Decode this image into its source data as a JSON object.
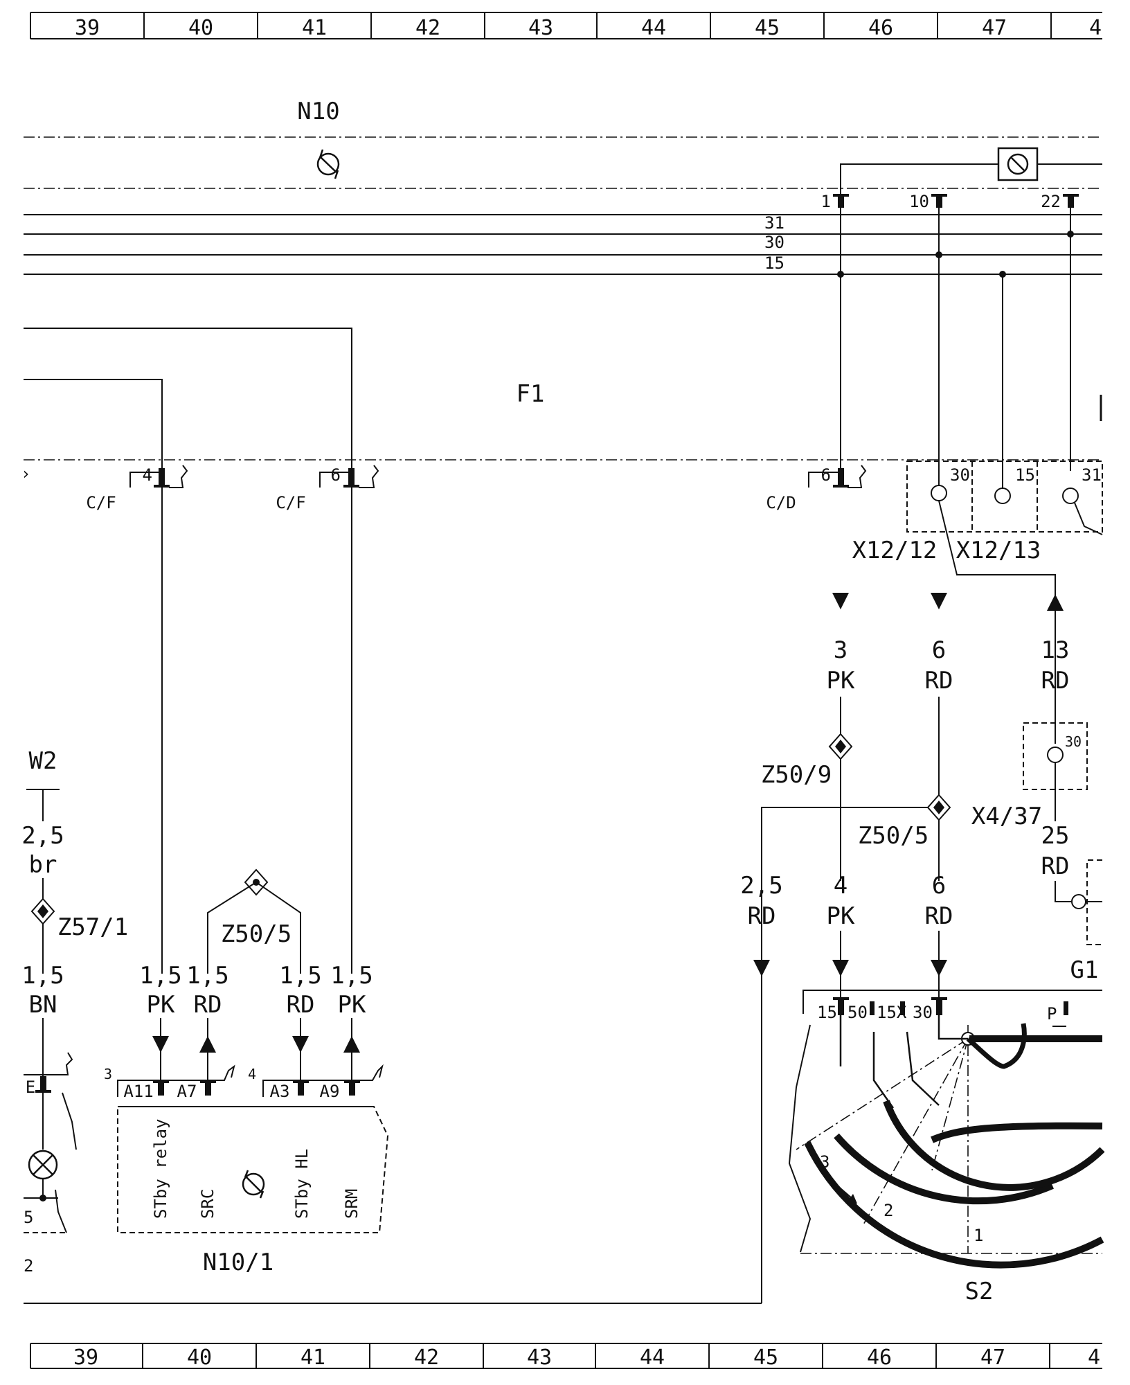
{
  "ruler": {
    "top": [
      "39",
      "40",
      "41",
      "42",
      "43",
      "44",
      "45",
      "46",
      "47",
      "4"
    ],
    "bottom": [
      "39",
      "40",
      "41",
      "42",
      "43",
      "44",
      "45",
      "46",
      "47",
      "4"
    ]
  },
  "labels": {
    "n10": "N10",
    "f1": "F1",
    "w2": "W2",
    "z57_1": "Z57/1",
    "z50_5_left": "Z50/5",
    "z50_9": "Z50/9",
    "z50_5_right": "Z50/5",
    "x12_12": "X12/12",
    "x12_13": "X12/13",
    "x4_37": "X4/37",
    "g1": "G1",
    "n10_1": "N10/1",
    "s2": "S2"
  },
  "buses": [
    "31",
    "30",
    "15"
  ],
  "pins": {
    "n10_1": "1",
    "n10_10": "10",
    "n10_22": "22",
    "cf_4": "4",
    "cf_6": "6",
    "cd_6": "6",
    "x12_30": "30",
    "x12_15": "15",
    "x12_31": "31",
    "x4_30": "30",
    "e": "E",
    "a11": "A11",
    "a7": "A7",
    "a3": "A3",
    "a9": "A9",
    "block3": "3",
    "block4": "4",
    "s2_15": "15",
    "s2_50": "50",
    "s2_15x": "15X",
    "s2_30": "30",
    "s2_p": "P",
    "s2_pos1": "1",
    "s2_pos2": "2",
    "s2_pos3": "3"
  },
  "connectors": {
    "cf1": "C/F",
    "cf2": "C/F",
    "cd": "C/D"
  },
  "wires": {
    "w_3": "3",
    "w_pk1": "PK",
    "w_6a": "6",
    "w_rd1": "RD",
    "w_13": "13",
    "w_rd2": "RD",
    "w_25": "25",
    "w_rd3": "RD",
    "w_2_5a": "2,5",
    "w_br": "br",
    "w_1_5a": "1,5",
    "w_bn": "BN",
    "w_1_5b": "1,5",
    "w_pk2": "PK",
    "w_1_5c": "1,5",
    "w_rd4": "RD",
    "w_1_5d": "1,5",
    "w_rd5": "RD",
    "w_1_5e": "1,5",
    "w_pk3": "PK",
    "w_2_5b": "2,5",
    "w_rd6": "RD",
    "w_4": "4",
    "w_pk4": "PK",
    "w_6b": "6",
    "w_rd7": "RD"
  },
  "module_n10_1": {
    "stby_relay": "STby relay",
    "src": "SRC",
    "stby_hl": "STby HL",
    "srm": "SRM"
  },
  "stray": {
    "arrow_glyph": "›",
    "left_glyph_1": "5",
    "left_glyph_2": "2"
  }
}
